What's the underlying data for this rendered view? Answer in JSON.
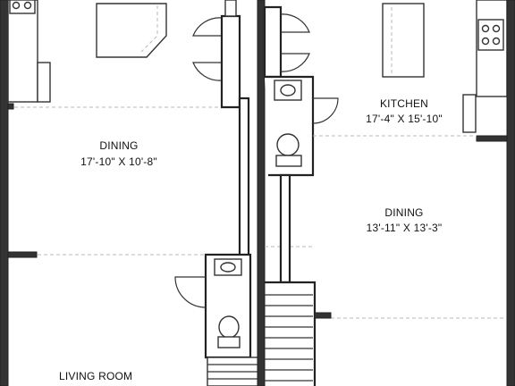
{
  "rooms": {
    "dining_left": {
      "name": "DINING",
      "dims": "17'-10\" X 10'-8\""
    },
    "kitchen": {
      "name": "KITCHEN",
      "dims": "17'-4\" X 15'-10\""
    },
    "dining_right": {
      "name": "DINING",
      "dims": "13'-11\" X 13'-3\""
    },
    "living_room": {
      "name": "LIVING ROOM"
    }
  }
}
